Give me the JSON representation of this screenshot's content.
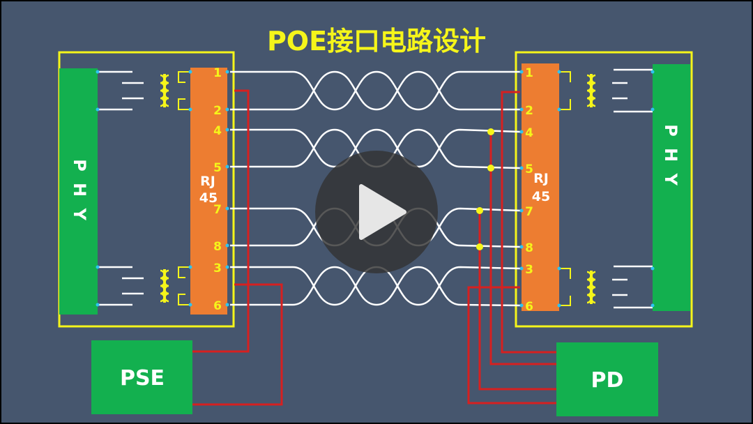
{
  "title": "POE接口电路设计",
  "colors": {
    "background": "#46566e",
    "frame": "#f5f51a",
    "phy": "#13b04f",
    "rj45": "#ed7d31",
    "twisted_pair": "#ffffff",
    "power_wire": "#d62020",
    "pin_label": "#f5f51a",
    "transformer": "#f5f51a",
    "pin_dot": "#2ec4f0",
    "play_overlay": "#333333"
  },
  "left": {
    "phy_label": "P H Y",
    "rj45_label_line1": "RJ",
    "rj45_label_line2": "45",
    "pins": [
      "1",
      "2",
      "4",
      "5",
      "7",
      "8",
      "3",
      "6"
    ]
  },
  "right": {
    "phy_label": "P H Y",
    "rj45_label_line1": "RJ",
    "rj45_label_line2": "45",
    "pins": [
      "1",
      "2",
      "4",
      "5",
      "7",
      "8",
      "3",
      "6"
    ]
  },
  "pse": {
    "label": "PSE"
  },
  "pd": {
    "label": "PD"
  },
  "icons": {
    "play": "play-icon",
    "transformer": "transformer-icon"
  }
}
